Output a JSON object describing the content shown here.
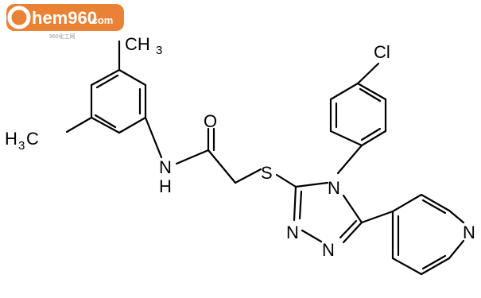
{
  "watermark": {
    "logo_text": "hem960",
    "logo_suffix": ".com",
    "logo_sub": "960化工网",
    "brand_color": "#e8741f"
  },
  "atoms": {
    "cl": "Cl",
    "o": "O",
    "s": "S",
    "nh": "N",
    "nh_h": "H",
    "n4": "N",
    "n1": "N",
    "n2": "N",
    "n_pyr": "N",
    "ch3_top": "CH",
    "ch3_top_sub": "3",
    "ch3_left": "H",
    "ch3_left_sub": "3",
    "ch3_left_c": "C"
  }
}
